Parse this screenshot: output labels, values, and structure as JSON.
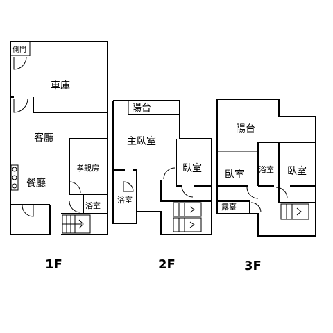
{
  "floors": {
    "f1": {
      "label": "1F",
      "rooms": {
        "side_door": "側門",
        "garage": "車庫",
        "living_room": "客廳",
        "dining_room": "餐廳",
        "elder_room": "孝親房",
        "bathroom": "浴室"
      }
    },
    "f2": {
      "label": "2F",
      "rooms": {
        "balcony": "陽台",
        "master_bedroom": "主臥室",
        "bedroom": "臥室",
        "bathroom": "浴室"
      }
    },
    "f3": {
      "label": "3F",
      "rooms": {
        "balcony": "陽台",
        "bedroom_left": "臥室",
        "bathroom": "浴室",
        "bedroom_right": "臥室",
        "terrace": "露臺"
      }
    }
  }
}
